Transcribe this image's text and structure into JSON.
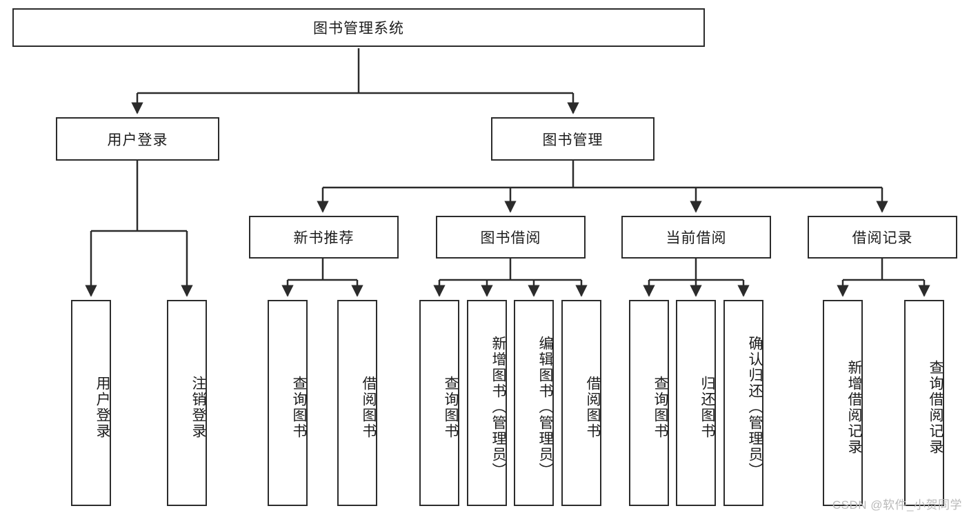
{
  "diagram": {
    "type": "tree-hierarchy-chart",
    "title": "图书管理系统",
    "stroke_color": "#2b2b2b",
    "background_color": "#ffffff",
    "levels": [
      {
        "level": 1,
        "nodes": [
          {
            "id": "root",
            "label": "图书管理系统",
            "orientation": "horizontal"
          }
        ]
      },
      {
        "level": 2,
        "nodes": [
          {
            "id": "login",
            "label": "用户登录",
            "orientation": "horizontal",
            "parent": "root"
          },
          {
            "id": "bookmgmt",
            "label": "图书管理",
            "orientation": "horizontal",
            "parent": "root"
          }
        ]
      },
      {
        "level": 3,
        "nodes": [
          {
            "id": "newbook",
            "label": "新书推荐",
            "orientation": "horizontal",
            "parent": "bookmgmt"
          },
          {
            "id": "borrow",
            "label": "图书借阅",
            "orientation": "horizontal",
            "parent": "bookmgmt"
          },
          {
            "id": "current",
            "label": "当前借阅",
            "orientation": "horizontal",
            "parent": "bookmgmt"
          },
          {
            "id": "records",
            "label": "借阅记录",
            "orientation": "horizontal",
            "parent": "bookmgmt"
          }
        ]
      },
      {
        "level": 4,
        "nodes": [
          {
            "id": "leaf1",
            "label": "用户登录",
            "orientation": "vertical",
            "parent": "login"
          },
          {
            "id": "leaf2",
            "label": "注销登录",
            "orientation": "vertical",
            "parent": "login"
          },
          {
            "id": "leaf3",
            "label": "查询图书",
            "orientation": "vertical",
            "parent": "newbook"
          },
          {
            "id": "leaf4",
            "label": "借阅图书",
            "orientation": "vertical",
            "parent": "newbook"
          },
          {
            "id": "leaf5",
            "label": "查询图书",
            "orientation": "vertical",
            "parent": "borrow"
          },
          {
            "id": "leaf6",
            "label": "新增图书（管理员）",
            "orientation": "vertical",
            "parent": "borrow"
          },
          {
            "id": "leaf7",
            "label": "编辑图书（管理员）",
            "orientation": "vertical",
            "parent": "borrow"
          },
          {
            "id": "leaf8",
            "label": "借阅图书",
            "orientation": "vertical",
            "parent": "borrow"
          },
          {
            "id": "leaf9",
            "label": "查询图书",
            "orientation": "vertical",
            "parent": "current"
          },
          {
            "id": "leaf10",
            "label": "归还图书",
            "orientation": "vertical",
            "parent": "current"
          },
          {
            "id": "leaf11",
            "label": "确认归还（管理员）",
            "orientation": "vertical",
            "parent": "current"
          },
          {
            "id": "leaf12",
            "label": "新增借阅记录",
            "orientation": "vertical",
            "parent": "records"
          },
          {
            "id": "leaf13",
            "label": "查询借阅记录",
            "orientation": "vertical",
            "parent": "records"
          }
        ]
      }
    ]
  },
  "watermark": {
    "text": "CSDN @软件_小贺同学"
  }
}
